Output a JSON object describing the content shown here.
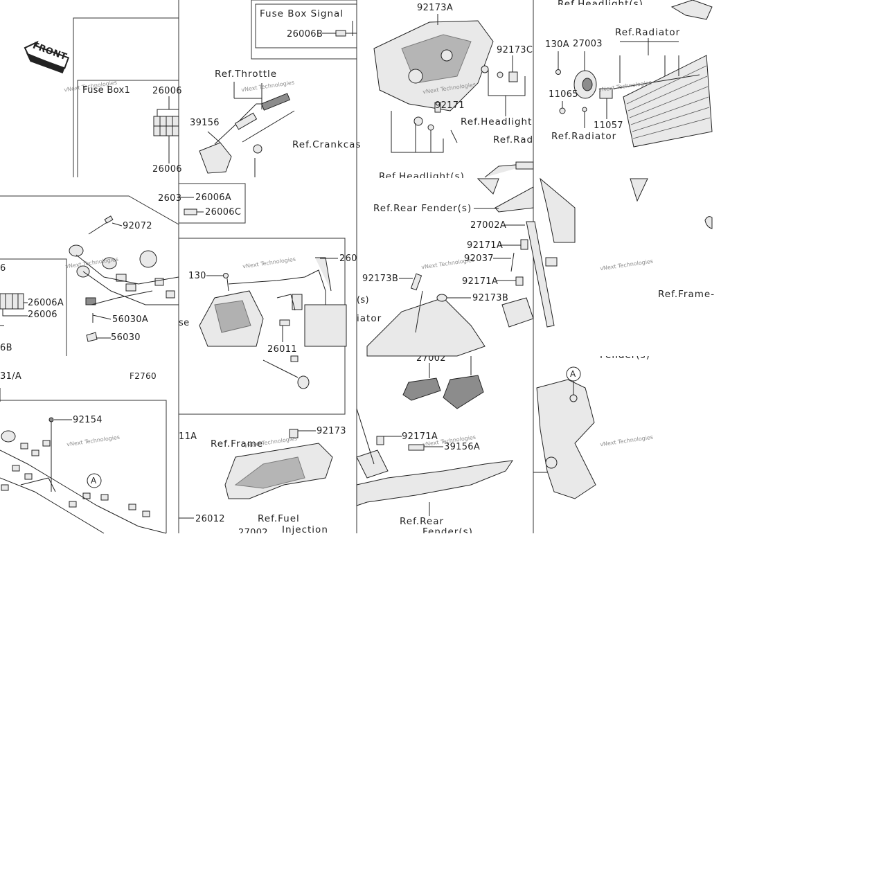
{
  "diagram": {
    "front_label": "FRONT",
    "figure_code": "F2760",
    "watermark_text": "vNext Technologies",
    "callout_letter": "A",
    "labels": {
      "fuse_box_signal": "Fuse Box Signal",
      "p26006B_top": "26006B",
      "p92173A": "92173A",
      "ref_headlight_top": "Ref.Headlight(s)",
      "fuse_box1": "Fuse Box1",
      "p26006_a": "26006",
      "p26006_b": "26006",
      "ref_throttle": "Ref.Throttle",
      "p39156": "39156",
      "ref_crankcase": "Ref.Crankcas",
      "p92173C": "92173C",
      "p92171": "92171",
      "ref_headlight_mid": "Ref.Headlight",
      "ref_headlight_bottom": "Ref.Headlight(s)",
      "p130A": "130A",
      "p27003": "27003",
      "ref_radiator_top": "Ref.Radiator",
      "p11065": "11065",
      "p11057": "11057",
      "ref_radiator_bottom": "Ref.Radiator",
      "ref_rad_short": "Ref.Rad",
      "p2603": "2603",
      "p26006A_mid": "26006A",
      "p26006C": "26006C",
      "p92072": "92072",
      "p26006A_left": "26006A",
      "p26006_left": "26006",
      "p56030A": "56030A",
      "p56030": "56030",
      "p6B": "6B",
      "p6": "6",
      "p130": "130",
      "p260": "260",
      "se": "se",
      "p26011": "26011",
      "ref_rear_fender_top": "Ref.Rear Fender(s)",
      "p27002A": "27002A",
      "p92171A_a": "92171A",
      "p92037": "92037",
      "p92173B_a": "92173B",
      "p92171A_b": "92171A",
      "p92173B_b": "92173B",
      "s_paren": "(s)",
      "iator": "iator",
      "ref_frame_right": "Ref.Frame-",
      "p31A": "31/A",
      "p92154": "92154",
      "p11A": "11A",
      "ref_frame": "Ref.Frame",
      "p92173": "92173",
      "p26012": "26012",
      "ref_fuel": "Ref.Fuel",
      "injection": "Injection",
      "p27002_bottom": "27002",
      "p27002_mid": "27002",
      "p92171A_c": "92171A",
      "p39156A": "39156A",
      "ref_rear": "Ref.Rear",
      "fender_s": "Fender(s)",
      "fender_s_right": "Fender(s)"
    }
  }
}
